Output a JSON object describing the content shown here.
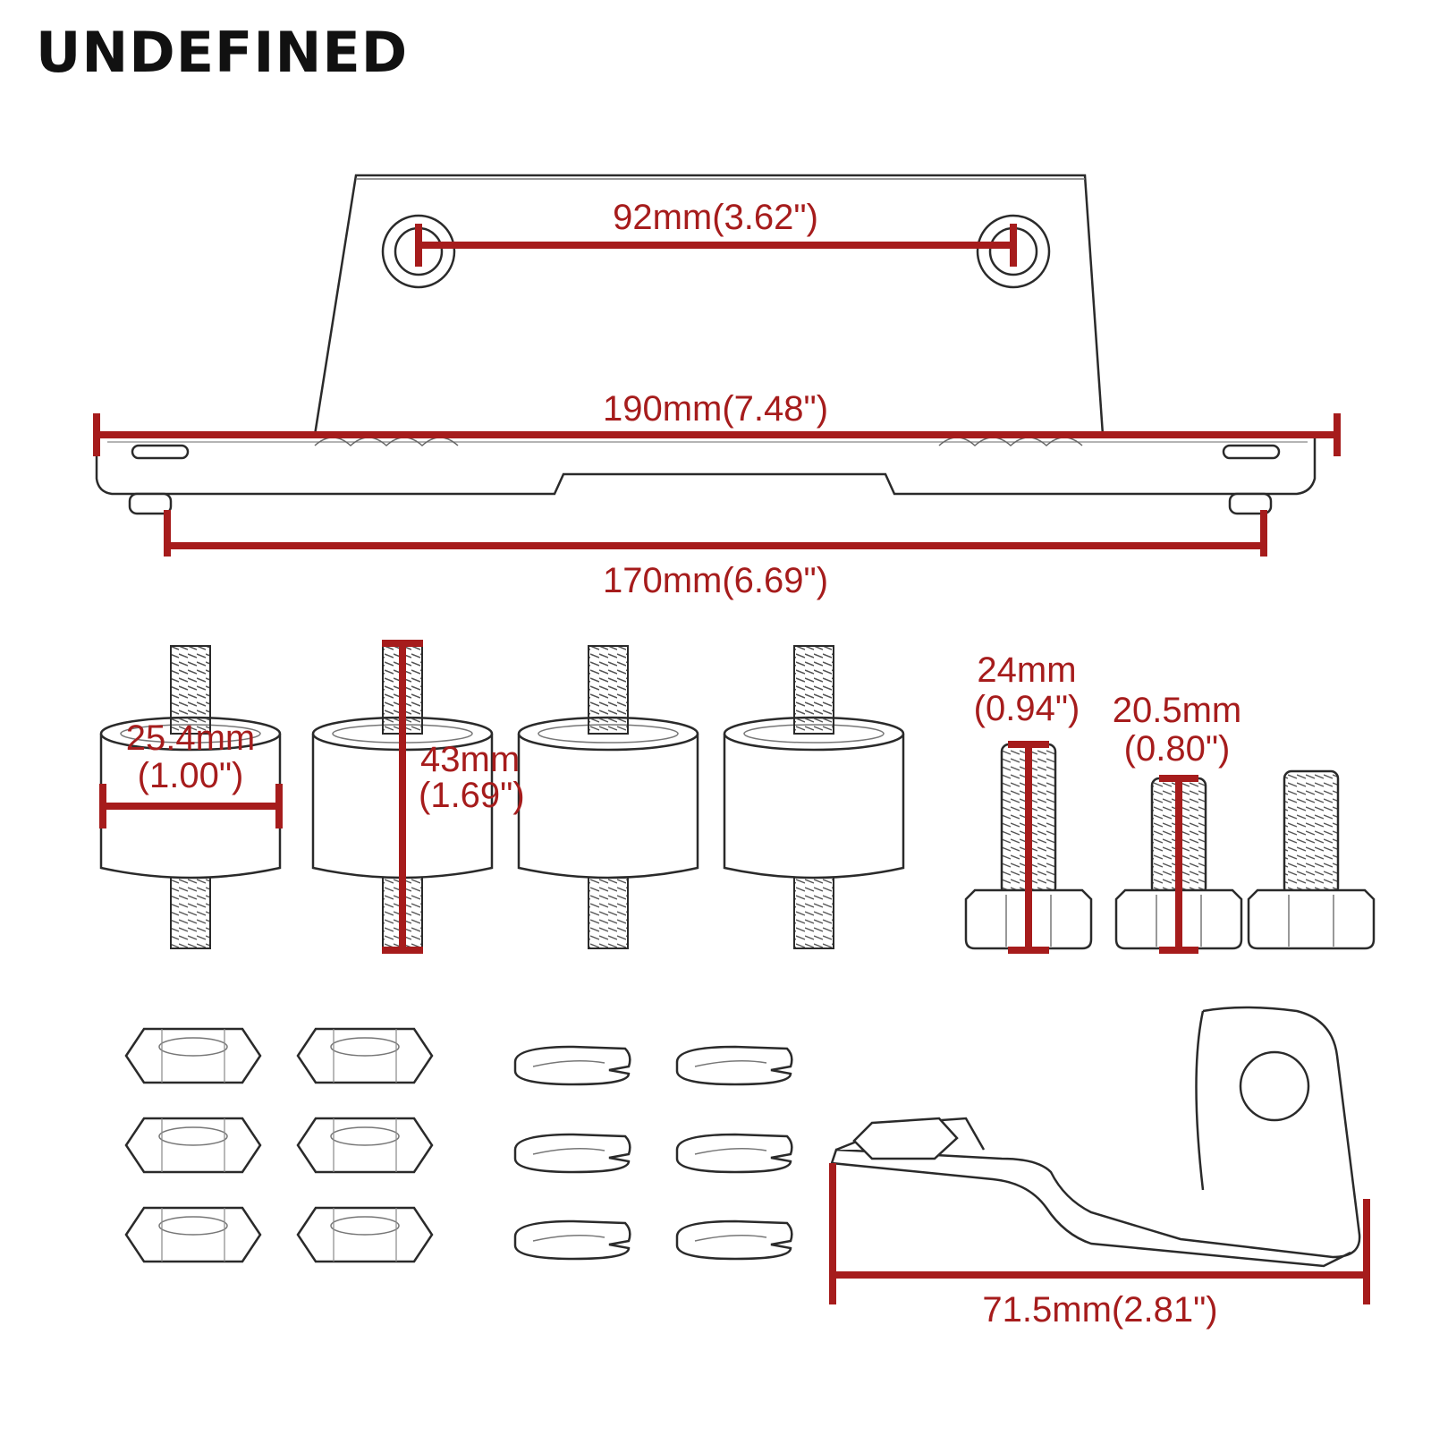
{
  "brand": "UNDEFINED",
  "colors": {
    "dimension": "#a61c1c",
    "outline": "#2a2a2a",
    "fill": "#ffffff"
  },
  "dimensions": {
    "hole_spacing": "92mm(3.62\")",
    "overall_length": "190mm(7.48\")",
    "stud_spacing": "170mm(6.69\")",
    "mount_diameter_mm": "25.4mm",
    "mount_diameter_in": "(1.00\")",
    "mount_height_mm": "43mm",
    "mount_height_in": "(1.69\")",
    "bolt_long_mm": "24mm",
    "bolt_long_in": "(0.94\")",
    "bolt_short_mm": "20.5mm",
    "bolt_short_in": "(0.80\")",
    "tab_length": "71.5mm(2.81\")"
  },
  "parts": {
    "rubber_mounts": 4,
    "bolts": 3,
    "hex_nuts": 6,
    "lock_washers": 6,
    "offset_tab": 1
  }
}
